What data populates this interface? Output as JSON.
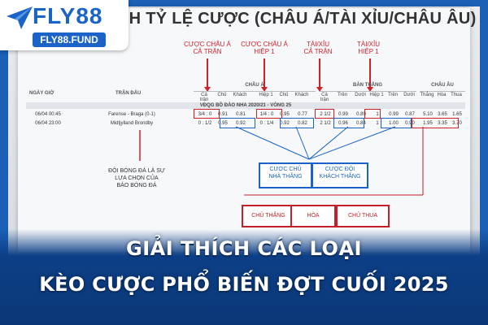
{
  "logo": {
    "brand": "FLY88",
    "domain": "FLY88.FUND",
    "icon": "paper-plane-icon"
  },
  "headline": "ÍCH TỶ LỆ CƯỢC (CHÂU Á/TÀI XỈU/CHÂU ÂU)",
  "callouts": {
    "c1": "CƯỢC CHÂU Á\nCẢ TRẬN",
    "c2": "CƯỢC CHÂU Á\nHIỆP 1",
    "c3": "TÀI/XỈU\nCẢ TRẬN",
    "c4": "TÀI/XỈU\nHIỆP 1"
  },
  "table": {
    "headers": {
      "date": "NGÀY GIỜ",
      "match": "TRẬN ĐẤU"
    },
    "groups": {
      "asian": "CHÂU Á",
      "ou": "BÀN THẮNG",
      "eu": "CHÂU ÂU"
    },
    "subheaders": [
      "Cả trận",
      "Chủ",
      "Khách",
      "Hiệp 1",
      "Chủ",
      "Khách",
      "Cả trận",
      "Trên",
      "Dưới",
      "Hiệp 1",
      "Trên",
      "Dưới",
      "Thắng",
      "Hòa",
      "Thua"
    ],
    "league": "VĐQG BỒ ĐÀO NHA 2020/21 - VÒNG 25",
    "rows": [
      {
        "date": "06/04 00:45",
        "match": "Farense - Braga (0-1)",
        "cells": [
          "3/4 : 0",
          "0.91",
          "0.81",
          "1/4 : 0",
          "0.95",
          "0.77",
          "2 1/2",
          "0.99",
          "0.89",
          "1",
          "0.99",
          "0.87",
          "5.10",
          "3.65",
          "1.65"
        ]
      },
      {
        "date": "06/04 23:00",
        "match": "Midtjylland   Brondby",
        "cells": [
          "0 : 1/2",
          "0.95",
          "0.92",
          "0 : 1/4",
          "0.92",
          "0.82",
          "2 1/2",
          "0.96",
          "0.84",
          "1",
          "1.00",
          "0.90",
          "1.95",
          "3.35",
          "3.70"
        ]
      }
    ]
  },
  "note": "ĐỘI BÓNG ĐÁ LÀ SỰ\nLỰA CHỌN CỦA\nBÁO BÓNG ĐÁ",
  "pills": {
    "home_odds": "CƯỢC CHỦ\nNHÀ THẮNG",
    "away_odds": "CƯỢC ĐỘI\nKHÁCH THẮNG",
    "home_win": "CHỦ THẮNG",
    "draw": "HÒA",
    "away_win": "CHỦ THUA"
  },
  "banner": {
    "line1": "GIẢI THÍCH CÁC LOẠI",
    "line2": "KÈO CƯỢC PHỔ BIẾN ĐỢT CUỐI 2025"
  },
  "colors": {
    "brand": "#1b63c6",
    "accent_red": "#d21f2a",
    "banner": "#0c3f86"
  }
}
